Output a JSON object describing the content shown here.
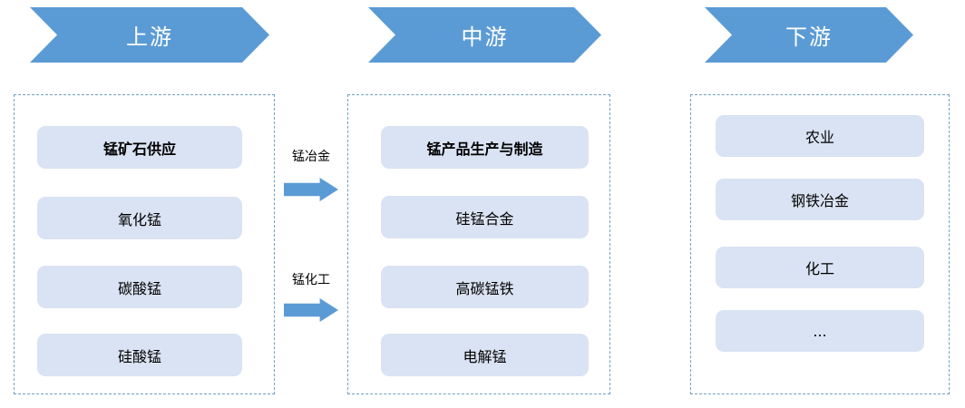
{
  "colors": {
    "banner_blue": "#5B9BD5",
    "box_fill": "#DAE3F3",
    "dashed_border": "#6FA0BE",
    "banner_text": "#FFFFFF",
    "body_text": "#000000"
  },
  "columns": [
    {
      "header": "上游",
      "items": [
        {
          "label": "锰矿石供应",
          "bold": true
        },
        {
          "label": "氧化锰",
          "bold": false
        },
        {
          "label": "碳酸锰",
          "bold": false
        },
        {
          "label": "硅酸锰",
          "bold": false
        }
      ]
    },
    {
      "header": "中游",
      "items": [
        {
          "label": "锰产品生产与制造",
          "bold": true
        },
        {
          "label": "硅锰合金",
          "bold": false
        },
        {
          "label": "高碳锰铁",
          "bold": false
        },
        {
          "label": "电解锰",
          "bold": false
        }
      ]
    },
    {
      "header": "下游",
      "items": [
        {
          "label": "农业",
          "bold": false
        },
        {
          "label": "钢铁冶金",
          "bold": false
        },
        {
          "label": "化工",
          "bold": false
        },
        {
          "label": "...",
          "bold": false
        }
      ]
    }
  ],
  "flow_arrows": [
    {
      "label": "锰冶金"
    },
    {
      "label": "锰化工"
    }
  ]
}
